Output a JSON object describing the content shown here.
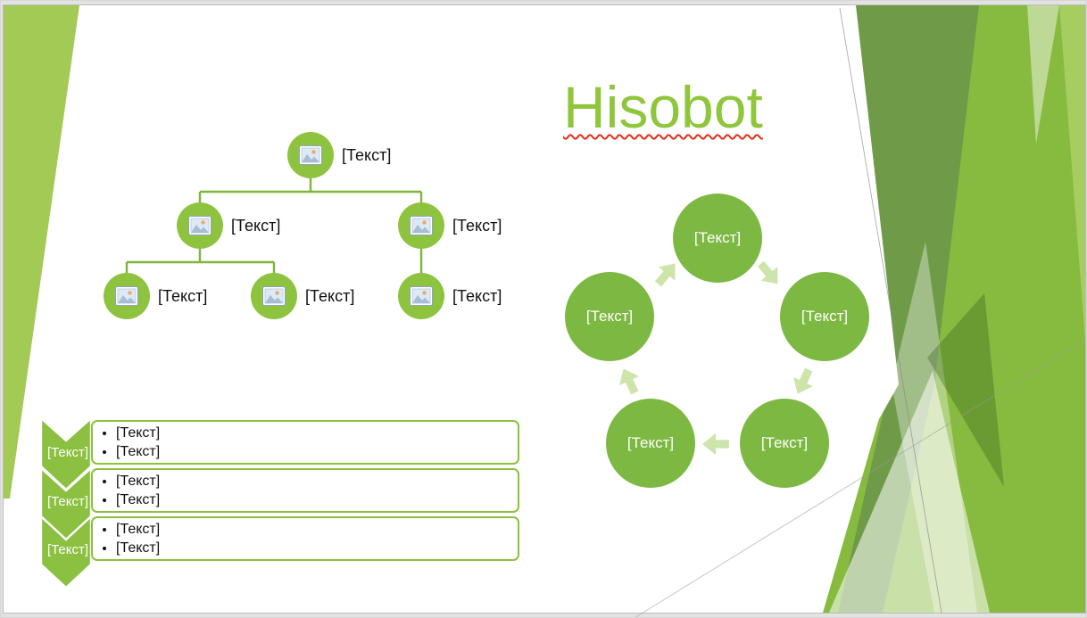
{
  "slide": {
    "title": {
      "text": "Hisobot",
      "color": "#8fc63c",
      "spellcheck_color": "#e0301c"
    },
    "org_chart": {
      "nodes": [
        {
          "label": "[Текст]",
          "icon": "image-placeholder-icon"
        },
        {
          "label": "[Текст]",
          "icon": "image-placeholder-icon"
        },
        {
          "label": "[Текст]",
          "icon": "image-placeholder-icon"
        },
        {
          "label": "[Текст]",
          "icon": "image-placeholder-icon"
        },
        {
          "label": "[Текст]",
          "icon": "image-placeholder-icon"
        },
        {
          "label": "[Текст]",
          "icon": "image-placeholder-icon"
        }
      ]
    },
    "cycle_diagram": {
      "items": [
        {
          "label": "[Текст]"
        },
        {
          "label": "[Текст]"
        },
        {
          "label": "[Текст]"
        },
        {
          "label": "[Текст]"
        },
        {
          "label": "[Текст]"
        }
      ]
    },
    "chevron_list": {
      "items": [
        {
          "label": "[Текст]",
          "bullets": [
            "[Текст]",
            "[Текст]"
          ]
        },
        {
          "label": "[Текст]",
          "bullets": [
            "[Текст]",
            "[Текст]"
          ]
        },
        {
          "label": "[Текст]",
          "bullets": [
            "[Текст]",
            "[Текст]"
          ]
        }
      ]
    },
    "theme_colors": {
      "accent_green": "#8cc63f",
      "cycle_circle_green": "#7db843",
      "arrow_light_green": "#cde4ab",
      "connector_green": "#7eb53a",
      "facet_olive": "#6f9b49",
      "facet_bright": "#87bb3f",
      "facet_pale": "#dcebc6"
    }
  }
}
